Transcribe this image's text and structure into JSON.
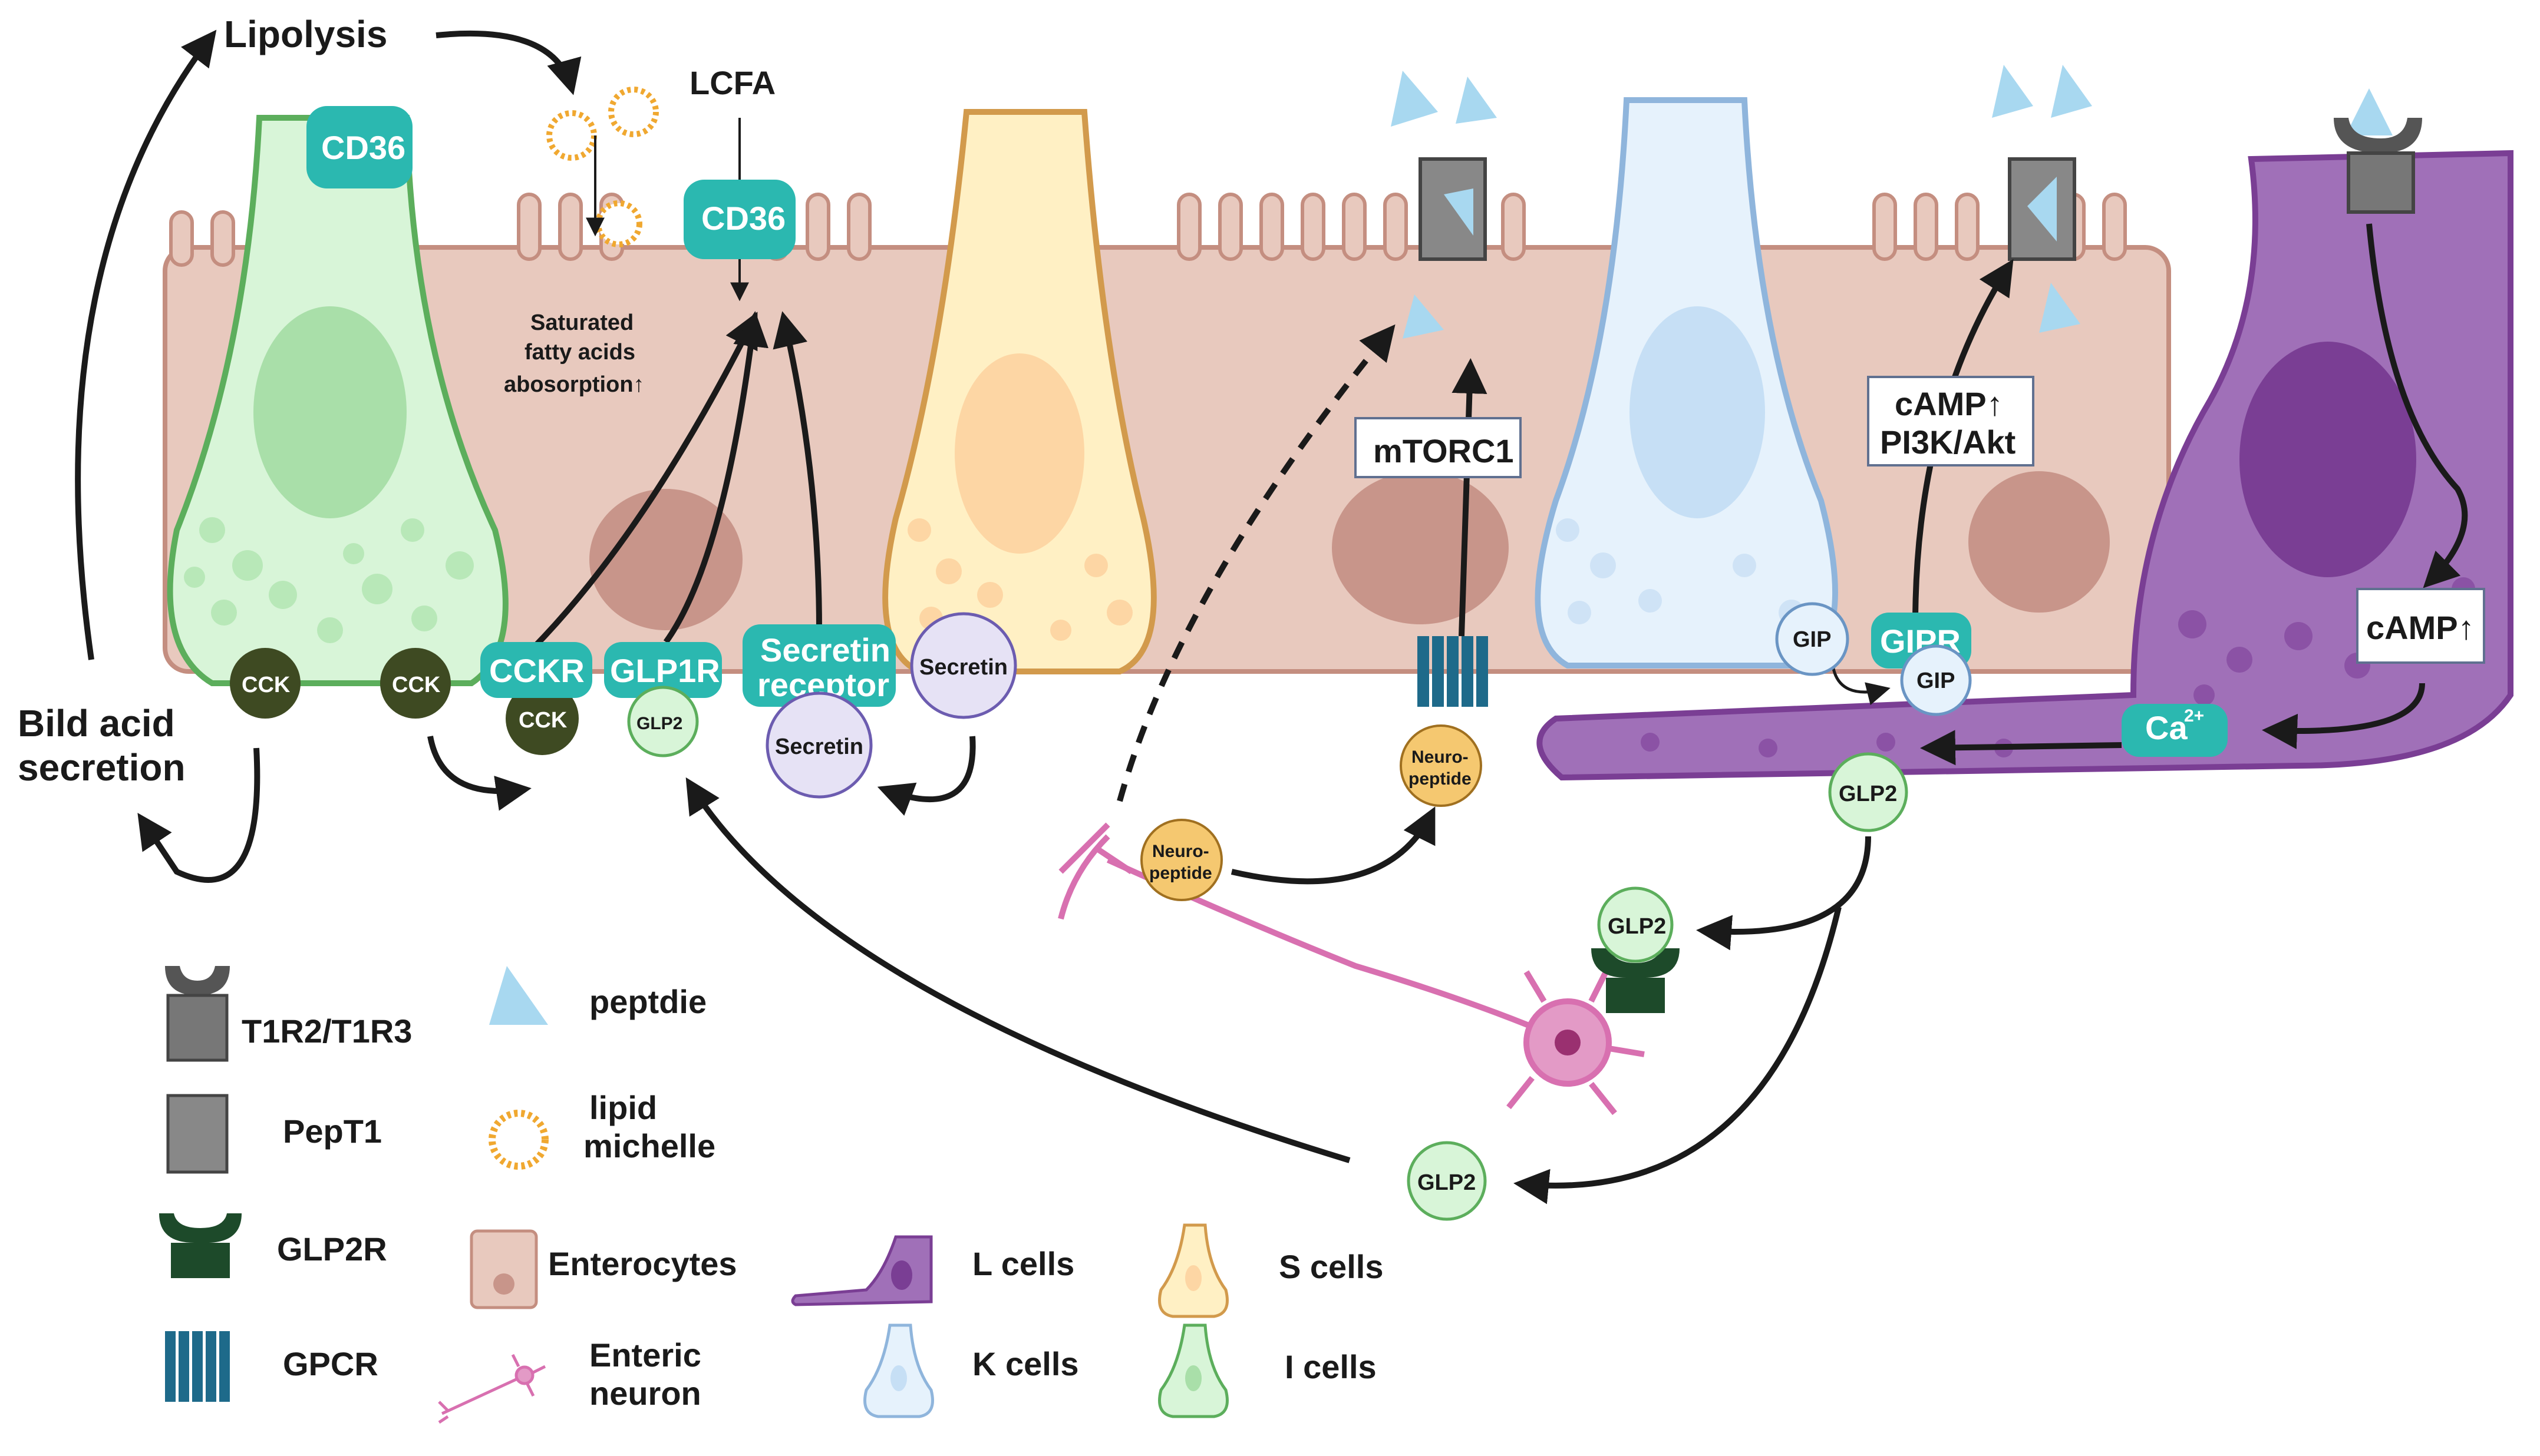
{
  "labels": {
    "lipolysis": "Lipolysis",
    "lcfa": "LCFA",
    "cd36_icell": "CD36",
    "cd36_entero": "CD36",
    "sat1": "Saturated",
    "sat2": "fatty acids",
    "sat3": "abosorption↑",
    "bile1": "Bild acid",
    "bile2": "secretion",
    "cck1": "CCK",
    "cck2": "CCK",
    "cck3": "CCK",
    "cckr": "CCKR",
    "glp1r": "GLP1R",
    "glp2_small": "GLP2",
    "secretin_receptor_1": "Secretin",
    "secretin_receptor_2": "receptor",
    "secretin_1": "Secretin",
    "secretin_2": "Secretin",
    "mtorc1": "mTORC1",
    "neuropeptide_a1": "Neuro-",
    "neuropeptide_a2": "peptide",
    "neuropeptide_b1": "Neuro-",
    "neuropeptide_b2": "peptide",
    "gip1": "GIP",
    "gip2": "GIP",
    "gipr": "GIPR",
    "camp_pi3k_1": "cAMP↑",
    "camp_pi3k_2": "PI3K/Akt",
    "camp_lcell": "cAMP↑",
    "ca": "Ca",
    "ca_sup": "2+",
    "glp2_a": "GLP2",
    "glp2_b": "GLP2",
    "glp2_c": "GLP2"
  },
  "legend": {
    "t1r": "T1R2/T1R3",
    "pept1": "PepT1",
    "glp2r": "GLP2R",
    "gpcr": "GPCR",
    "peptide": "peptdie",
    "lipid1": "lipid",
    "lipid2": "michelle",
    "enterocytes": "Enterocytes",
    "enteric1": "Enteric",
    "enteric2": "neuron",
    "lcells": "L cells",
    "kcells": "K cells",
    "scells": "S cells",
    "icells": "I cells"
  },
  "colors": {
    "enterocyte": "#e8c9be",
    "enterocyte_border": "#c48e80",
    "icell": "#d8f5d8",
    "icell_border": "#5cae5c",
    "scell": "#fff0c4",
    "scell_border": "#d29a4c",
    "kcell": "#e6f2fc",
    "kcell_border": "#8fb5dc",
    "lcell": "#a070b8",
    "lcell_border": "#7a3e94",
    "teal": "#2bb8b0",
    "cck": "#3e4a22",
    "neuron": "#d870b0",
    "peptide": "#a8d8f0",
    "gpcr": "#1e6a8a"
  }
}
